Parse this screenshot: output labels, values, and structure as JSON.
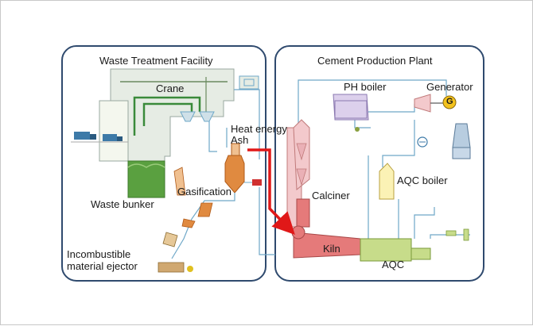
{
  "panels": {
    "waste": {
      "title": "Waste Treatment Facility"
    },
    "cement": {
      "title": "Cement Production Plant"
    }
  },
  "labels": {
    "crane": "Crane",
    "heat_energy": "Heat energy",
    "ash": "Ash",
    "gasification": "Gasification",
    "waste_bunker": "Waste bunker",
    "incombustible_line1": "Incombustible",
    "incombustible_line2": "material ejector",
    "ph_boiler": "PH boiler",
    "generator": "Generator",
    "generator_symbol": "G",
    "calciner": "Calciner",
    "aqc_boiler": "AQC boiler",
    "kiln": "Kiln",
    "aqc": "AQC"
  },
  "colors": {
    "panel_border": "#2f4a6e",
    "pipe": "#6fa8c8",
    "building": "#e6ece4",
    "bunker_green": "#5aa040",
    "duct_green": "#3a8a3a",
    "gasifier_orange": "#e08a40",
    "heat_arrow": "#e01818",
    "tower_pink": "#f3c9cc",
    "kiln_red": "#e57a7a",
    "boiler_purple": "#dcd0ec",
    "aqc_yellow": "#fbf2b5",
    "aqc_green": "#c7dc8a",
    "generator_gold": "#f3c21c"
  }
}
